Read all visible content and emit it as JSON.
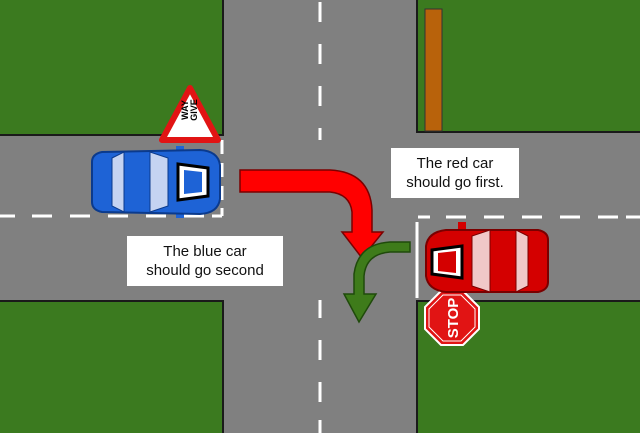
{
  "scene": {
    "colors": {
      "road": "#808080",
      "grass": "#3b7a1f",
      "grass_border": "#1a1a1a",
      "lane_marking": "#ffffff",
      "post": "#b8620b",
      "blue_car": "#1e63d6",
      "red_car": "#d40000",
      "red_arrow": "#ff0000",
      "green_arrow": "#3e7b1a",
      "stop_sign": "#e11414",
      "give_way_border": "#e11414"
    },
    "signs": {
      "give_way_line1": "GIVE",
      "give_way_line2": "WAY",
      "stop": "STOP"
    }
  },
  "captions": {
    "red_line1": "The red car",
    "red_line2": "should go first.",
    "blue_line1": "The blue car",
    "blue_line2": "should go second"
  }
}
